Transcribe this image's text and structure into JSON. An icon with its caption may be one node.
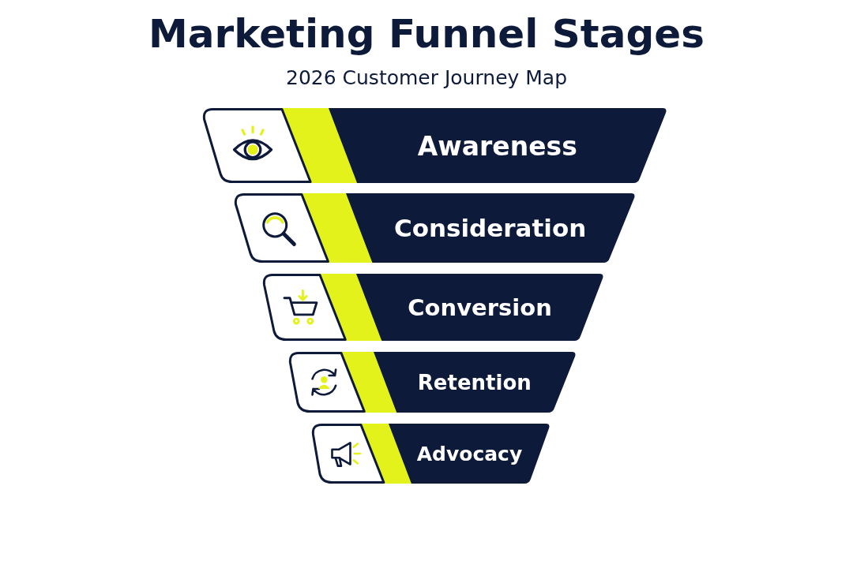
{
  "diagram": {
    "title": "Marketing Funnel Stages",
    "caption": "2026 Customer Journey Map",
    "nodes": [
      {
        "text": [
          "Awareness"
        ]
      },
      {
        "text": [
          "Consideration"
        ]
      },
      {
        "text": [
          "Conversion"
        ]
      },
      {
        "text": [
          "Retention"
        ]
      },
      {
        "text": [
          "Advocacy"
        ]
      }
    ]
  }
}
